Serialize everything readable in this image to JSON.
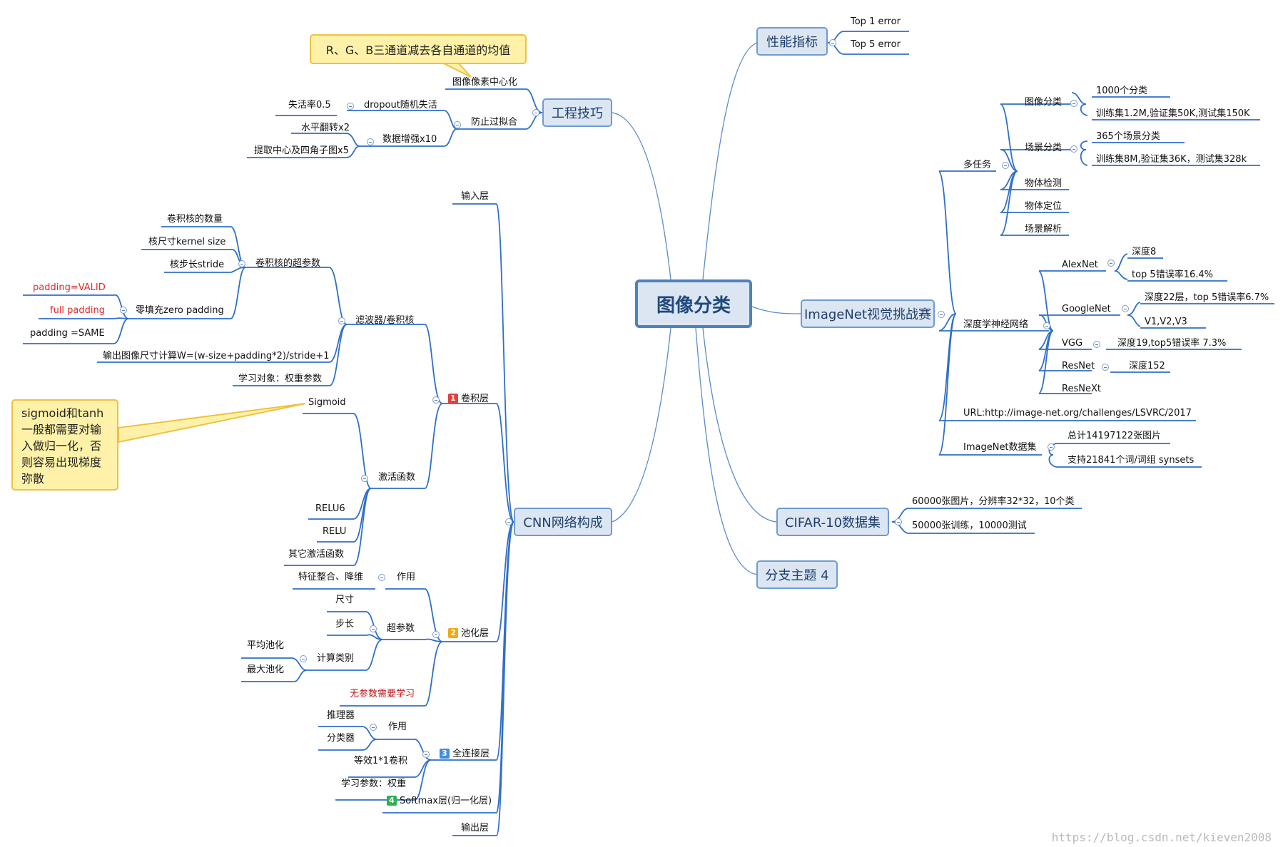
{
  "root": {
    "label": "图像分类"
  },
  "branches": {
    "performance": {
      "label": "性能指标",
      "items": [
        "Top 1 error",
        "Top 5 error"
      ]
    },
    "engineering": {
      "label": "工程技巧",
      "pixel_center": "图像像素中心化",
      "anti_overfit": "防止过拟合",
      "dropout": "dropout随机失活",
      "dropout_rate": "失活率0.5",
      "augment": "数据增强x10",
      "flip": "水平翻转x2",
      "crop": "提取中心及四角子图x5"
    },
    "cnn": {
      "label": "CNN网络构成",
      "input": "输入层",
      "conv": {
        "label": "卷积层",
        "num": "1",
        "filter": "滤波器/卷积核",
        "hyper": "卷积核的超参数",
        "count": "卷积核的数量",
        "ksize": "核尺寸kernel size",
        "stride": "核步长stride",
        "padding": "零填充zero padding",
        "pad_valid": "padding=VALID",
        "pad_full": "full padding",
        "pad_same": "padding =SAME",
        "formula": "输出图像尺寸计算W=(w-size+padding*2)/stride+1",
        "learn": "学习对象：权重参数",
        "activation": "激活函数",
        "sigmoid": "Sigmoid",
        "relu6": "RELU6",
        "relu": "RELU",
        "other_act": "其它激活函数"
      },
      "pool": {
        "label": "池化层",
        "num": "2",
        "role": "作用",
        "role_val": "特征整合、降维",
        "hyper": "超参数",
        "size": "尺寸",
        "step": "步长",
        "calc": "计算类别",
        "avg": "平均池化",
        "max": "最大池化",
        "noparam": "无参数需要学习"
      },
      "fc": {
        "label": "全连接层",
        "num": "3",
        "role": "作用",
        "infer": "推理器",
        "classifier": "分类器",
        "equiv": "等效1*1卷积",
        "learn": "学习参数：权重"
      },
      "softmax": {
        "label": "Softmax层(归一化层)",
        "num": "4"
      },
      "output": "输出层"
    },
    "imagenet": {
      "label": "ImageNet视觉挑战赛",
      "multitask": "多任务",
      "img_cls": "图像分类",
      "img_cls_1": "1000个分类",
      "img_cls_2": "训练集1.2M,验证集50K,测试集150K",
      "scene_cls": "场景分类",
      "scene_cls_1": "365个场景分类",
      "scene_cls_2": "训练集8M,验证集36K，测试集328k",
      "det": "物体检测",
      "loc": "物体定位",
      "parse": "场景解析",
      "dnn": "深度学神经网络",
      "alexnet": "AlexNet",
      "alex_1": "深度8",
      "alex_2": "top 5错误率16.4%",
      "googlenet": "GoogleNet",
      "goog_1": "深度22层，top 5错误率6.7%",
      "goog_2": "V1,V2,V3",
      "vgg": "VGG",
      "vgg_1": "深度19,top5错误率 7.3%",
      "resnet": "ResNet",
      "res_1": "深度152",
      "resnext": "ResNeXt",
      "url": "URL:http://image-net.org/challenges/LSVRC/2017",
      "dataset": "ImageNet数据集",
      "ds_1": "总计14197122张图片",
      "ds_2": "支持21841个词/词组 synsets"
    },
    "cifar": {
      "label": "CIFAR-10数据集",
      "items": [
        "60000张图片，分辨率32*32，10个类",
        "50000张训练，10000测试"
      ]
    },
    "branch4": {
      "label": "分支主题 4"
    }
  },
  "callouts": {
    "rgb": "R、G、B三通道减去各自通道的均值",
    "sigmoid_note": "sigmoid和tanh一般都需要对输入做归一化，否则容易出现梯度弥散"
  },
  "colors": {
    "line": "#4f81bd",
    "box_fill": "#dce6f2",
    "callout_fill": "#fff2a8",
    "callout_border": "#f0c040",
    "red": "#e8272a"
  },
  "watermark": "https://blog.csdn.net/kieven2008"
}
